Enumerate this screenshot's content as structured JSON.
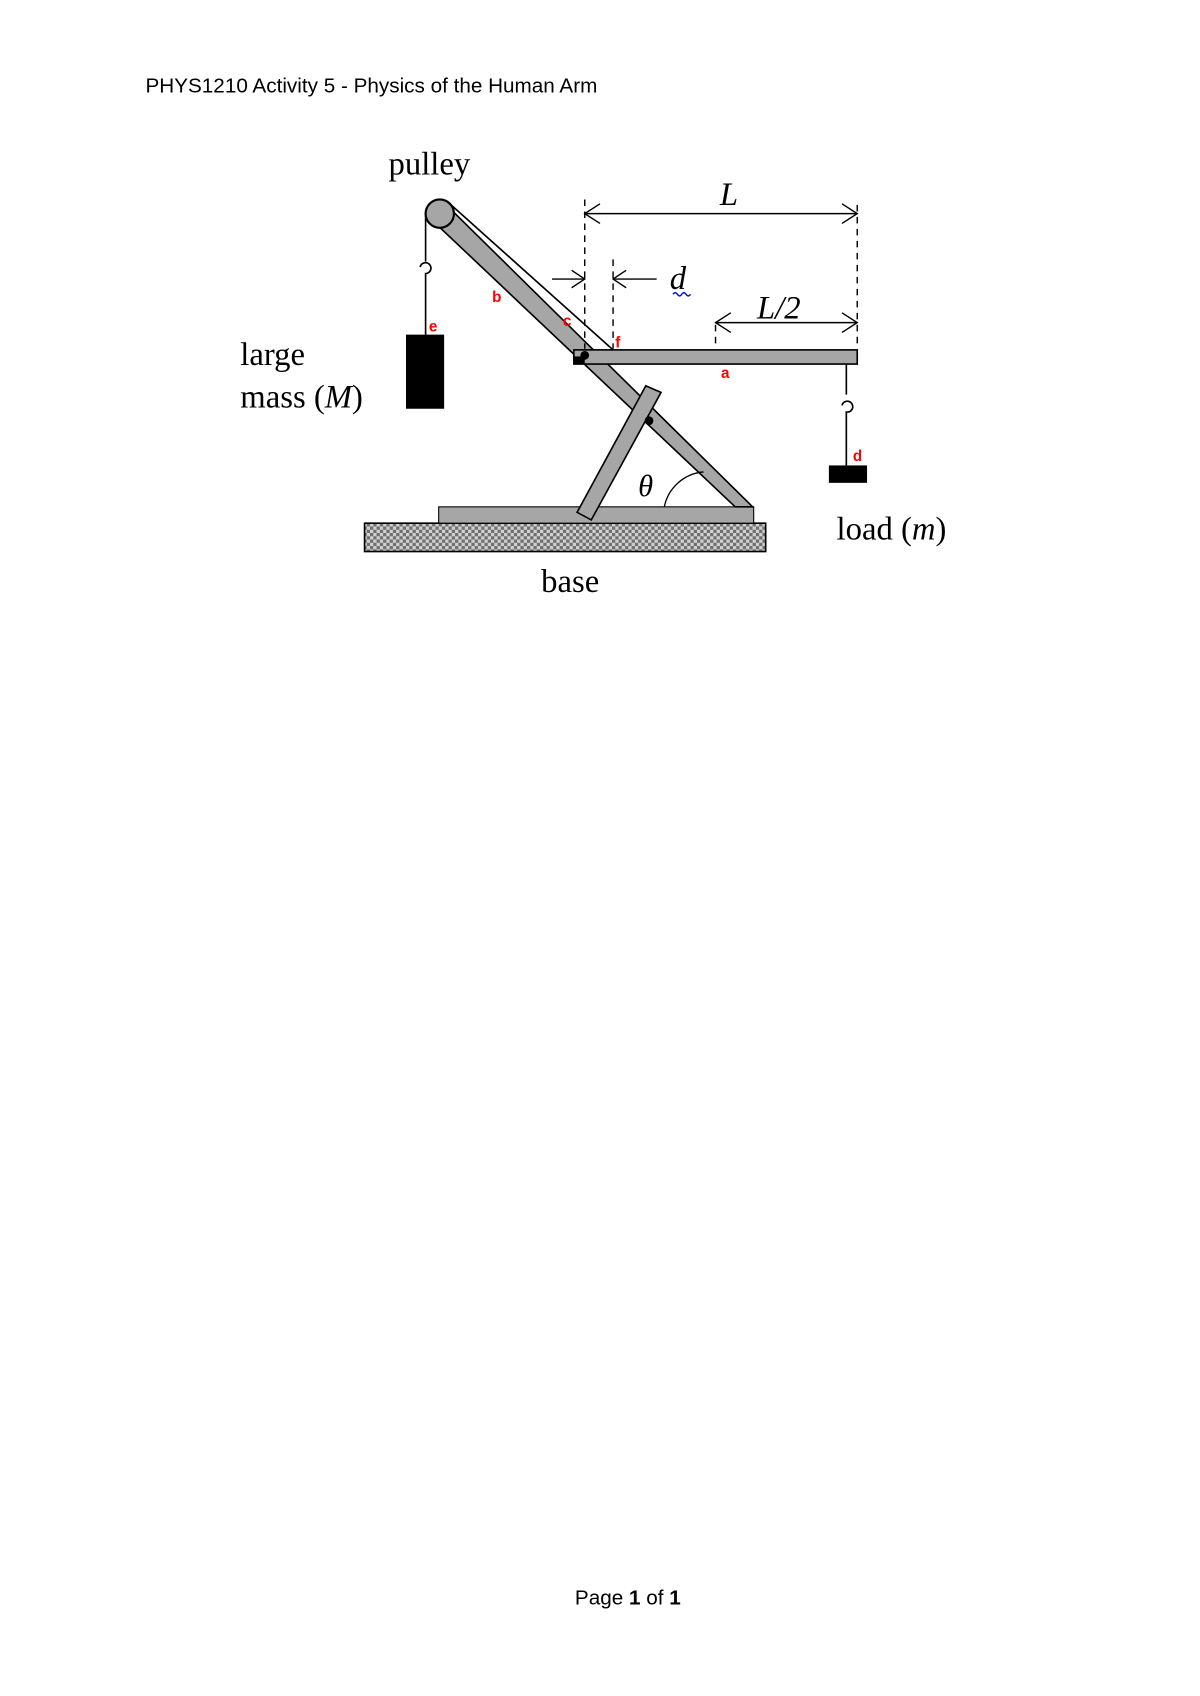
{
  "header": {
    "title": "PHYS1210 Activity 5  - Physics of the Human Arm"
  },
  "footer": {
    "page_label": "Page 1 of 1",
    "page_prefix": "Page ",
    "page_current": "1",
    "page_of": " of ",
    "page_total": "1"
  },
  "diagram": {
    "labels": {
      "pulley": "pulley",
      "large_mass_line1": "large",
      "large_mass_line2": "mass (",
      "large_mass_symbol": "M",
      "large_mass_close": ")",
      "load_text": "load (",
      "load_symbol": "m",
      "load_close": ")",
      "base": "base",
      "L": "L",
      "d": "d",
      "L_half": "L/2",
      "theta": "θ"
    },
    "markers": {
      "a": "a",
      "b": "b",
      "c": "c",
      "d": "d",
      "e": "e",
      "f": "f"
    },
    "colors": {
      "bar_fill": "#a6a6a6",
      "mass_fill": "#000000",
      "marker": "#ff0000",
      "spell_underline": "#0000ff"
    }
  }
}
